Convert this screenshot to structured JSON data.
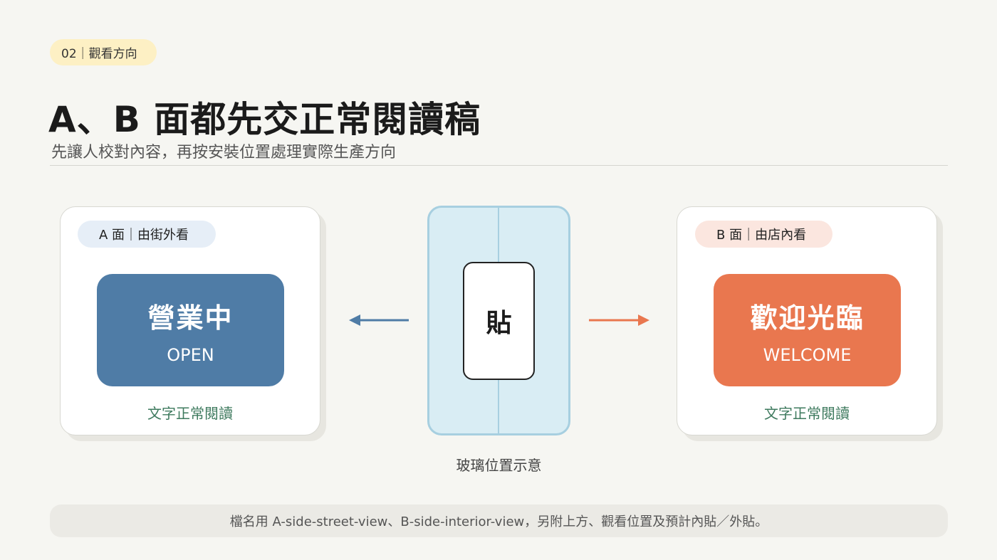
{
  "section_tag": "02｜觀看方向",
  "title": "A、B 面都先交正常閱讀稿",
  "subtitle": "先讓人校對內容，再按安裝位置處理實際生產方向",
  "panel_a": {
    "tag": "A 面｜由街外看",
    "tag_color": "#e6eef7",
    "sign_main": "營業中",
    "sign_sub": "OPEN",
    "sign_color": "#4f7ca6",
    "caption": "文字正常閱讀"
  },
  "panel_b": {
    "tag": "B 面｜由店內看",
    "tag_color": "#fbe6df",
    "sign_main": "歡迎光臨",
    "sign_sub": "WELCOME",
    "sign_color": "#e9774f",
    "caption": "文字正常閱讀"
  },
  "center": {
    "sticker_label": "貼",
    "caption": "玻璃位置示意",
    "glass_color": "#d9edf4"
  },
  "arrows": {
    "left_color": "#4f7ca6",
    "right_color": "#e9774f"
  },
  "footer": "檔名用 A-side-street-view、B-side-interior-view，另附上方、觀看位置及預計內貼／外貼。"
}
